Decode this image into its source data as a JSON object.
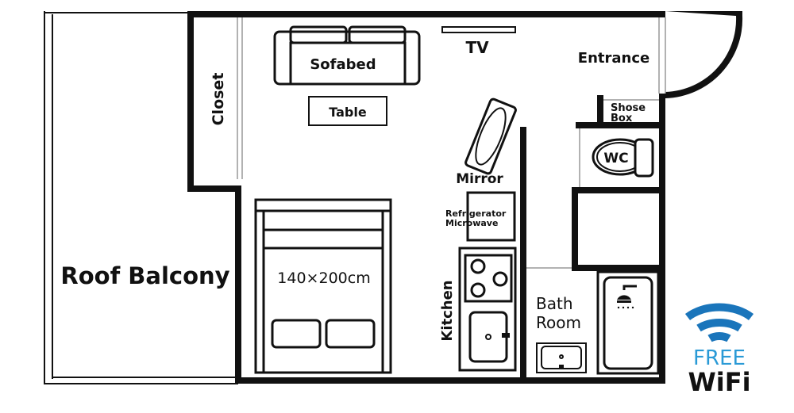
{
  "labels": {
    "roof_balcony": "Roof Balcony",
    "closet": "Closet",
    "sofabed": "Sofabed",
    "table": "Table",
    "tv": "TV",
    "entrance": "Entrance",
    "shoe_box_line1": "Shose",
    "shoe_box_line2": "Box",
    "wc": "WC",
    "mirror": "Mirror",
    "fridge_line1": "Refrigerator",
    "fridge_line2": "Microwave",
    "bed_size": "140×200cm",
    "kitchen": "Kitchen",
    "bath_line1": "Bath",
    "bath_line2": "Room"
  },
  "wifi": {
    "free": "FREE",
    "wifi": "WiFi",
    "colors": {
      "arcs": "#1a75bb",
      "free": "#2a9ad6",
      "wifi": "#111111"
    }
  }
}
